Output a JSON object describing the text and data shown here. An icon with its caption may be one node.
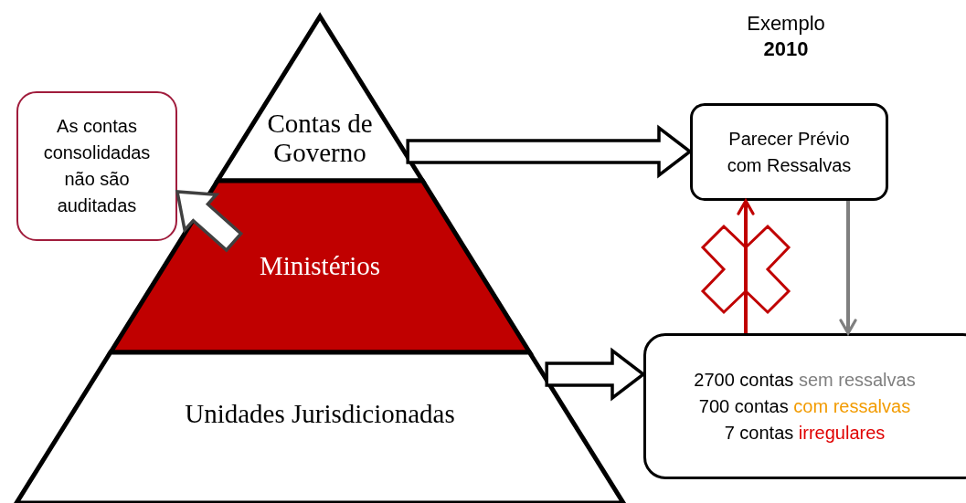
{
  "diagram": {
    "title": "Exemplo **2010**",
    "nodes": [
      {
        "text": [
          "Contas de Governo"
        ]
      },
      {
        "text": [
          "Ministérios"
        ]
      },
      {
        "text": [
          "Unidades Jurisdicionadas"
        ]
      },
      {
        "text": [
          "As contas consolidadas não são auditadas"
        ]
      },
      {
        "text": [
          "Parecer Prévio com Ressalvas"
        ]
      },
      {
        "text": [
          "2700 contas",
          "sem ressalvas",
          "700 contas",
          "com ressalvas",
          "7 contas",
          "irregulares"
        ]
      }
    ],
    "edges": [
      {
        "from": 0,
        "to": 4,
        "arrow": "to",
        "style": "thick"
      },
      {
        "from": 1,
        "to": 3,
        "arrow": "to",
        "style": "thick"
      },
      {
        "from": 2,
        "to": 5,
        "arrow": "to",
        "style": "thick"
      },
      {
        "from": 5,
        "to": 4,
        "arrow": "to",
        "color": "#c00000"
      },
      {
        "from": 4,
        "to": 5,
        "arrow": "to",
        "color": "#7f7f7f"
      }
    ]
  }
}
